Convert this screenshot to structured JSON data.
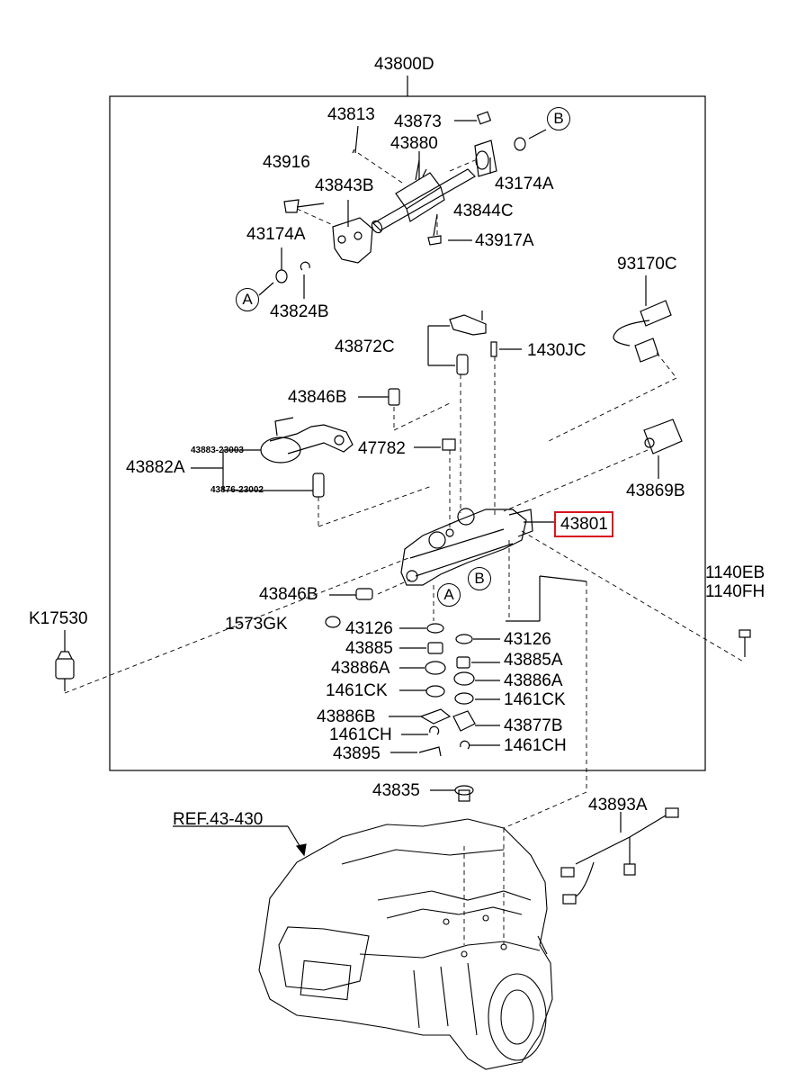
{
  "diagram": {
    "assembly_label": "43800D",
    "highlighted_part": "43801",
    "reference_label": "REF.43-430",
    "labels": {
      "p43813": "43813",
      "p43873": "43873",
      "p43880": "43880",
      "p43916": "43916",
      "p43843B": "43843B",
      "p43174A_top": "43174A",
      "p43844C": "43844C",
      "p43917A": "43917A",
      "p43174A_left": "43174A",
      "p43824B": "43824B",
      "p93170C": "93170C",
      "p43872C": "43872C",
      "p1430JC": "1430JC",
      "p43846B_top": "43846B",
      "p43883": "43883-23003",
      "p47782": "47782",
      "p43882A": "43882A",
      "p43876": "43876-23002",
      "p43869B": "43869B",
      "p1140EB": "1140EB",
      "p1140FH": "1140FH",
      "p43846B_low": "43846B",
      "pK17530": "K17530",
      "p1573GK": "1573GK",
      "p43126_left": "43126",
      "p43126_right": "43126",
      "p43885": "43885",
      "p43885A": "43885A",
      "p43886A_left": "43886A",
      "p43886A_right": "43886A",
      "p1461CK_left": "1461CK",
      "p1461CK_right": "1461CK",
      "p43886B": "43886B",
      "p43877B": "43877B",
      "p1461CH_left": "1461CH",
      "p1461CH_right": "1461CH",
      "p43895": "43895",
      "p43835": "43835",
      "p43893A": "43893A"
    },
    "markers": {
      "a_left": "A",
      "b_top": "B",
      "b_body": "B",
      "a_body": "A"
    }
  }
}
